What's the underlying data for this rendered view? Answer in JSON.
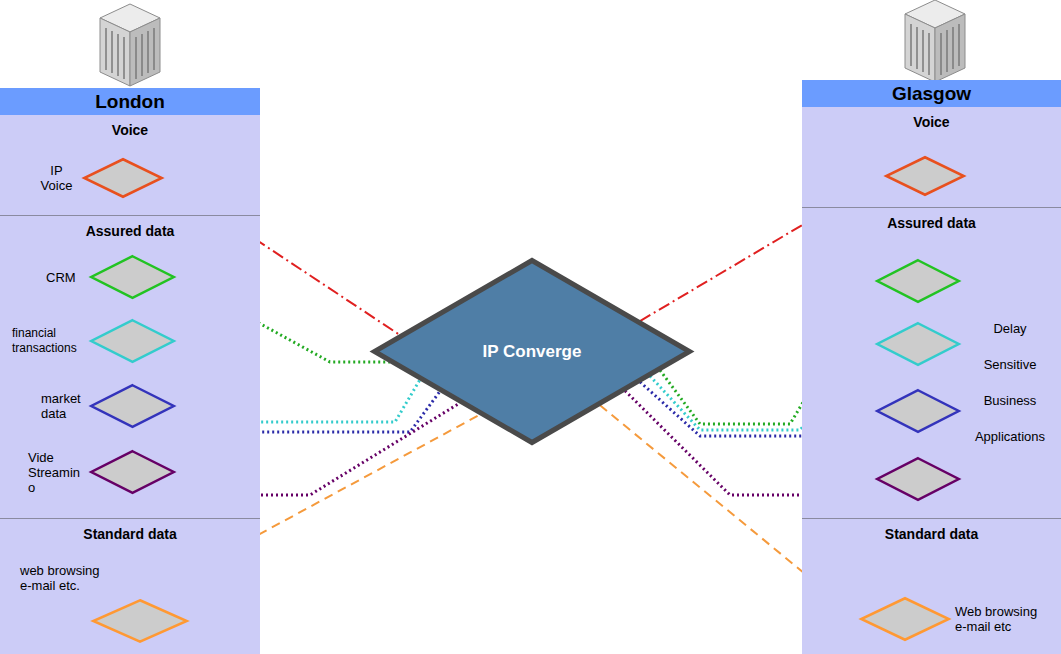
{
  "diagram": {
    "nodes": [
      {
        "text": [
          "London"
        ]
      },
      {
        "text": [
          "Voice"
        ],
        "in": 0
      },
      {
        "text": [
          "IP Voice"
        ],
        "in": 1
      },
      {
        "text": [
          "Assured data"
        ],
        "in": 0
      },
      {
        "text": [
          "CRM"
        ],
        "in": 3
      },
      {
        "text": [
          "financial transactions"
        ],
        "in": 3
      },
      {
        "text": [
          "market data"
        ],
        "in": 3
      },
      {
        "text": [
          "Vide Streamin o"
        ],
        "in": 3
      },
      {
        "text": [
          "Standard data"
        ],
        "in": 0
      },
      {
        "text": [
          "web browsing e-mail etc."
        ],
        "in": 8
      },
      {
        "text": [
          "Glasgow"
        ]
      },
      {
        "text": [
          "Voice"
        ],
        "in": 10
      },
      {
        "text": [],
        "in": 11
      },
      {
        "text": [
          "Assured data"
        ],
        "in": 10
      },
      {
        "text": [],
        "in": 13
      },
      {
        "text": [],
        "in": 13
      },
      {
        "text": [],
        "in": 13
      },
      {
        "text": [],
        "in": 13
      },
      {
        "text": [
          "Standard data"
        ],
        "in": 10
      },
      {
        "text": [
          "Web browsing e-mail etc"
        ],
        "in": 18
      },
      {
        "text": [
          "IP Converge"
        ]
      }
    ],
    "edges": [
      {
        "from": 2,
        "to": 20,
        "arrow": "none"
      },
      {
        "from": 20,
        "to": 12,
        "arrow": "none"
      },
      {
        "from": 4,
        "to": 20,
        "arrow": "none"
      },
      {
        "from": 20,
        "to": 14,
        "arrow": "none"
      },
      {
        "from": 5,
        "to": 20,
        "arrow": "none"
      },
      {
        "from": 20,
        "to": 15,
        "arrow": "none"
      },
      {
        "from": 6,
        "to": 20,
        "arrow": "none"
      },
      {
        "from": 20,
        "to": 16,
        "arrow": "none"
      },
      {
        "from": 7,
        "to": 20,
        "arrow": "none"
      },
      {
        "from": 20,
        "to": 17,
        "arrow": "none"
      },
      {
        "from": 9,
        "to": 20,
        "arrow": "none"
      },
      {
        "from": 20,
        "to": 19,
        "arrow": "none"
      }
    ],
    "labels": [
      "Delay Sensitive Business Applications"
    ]
  }
}
